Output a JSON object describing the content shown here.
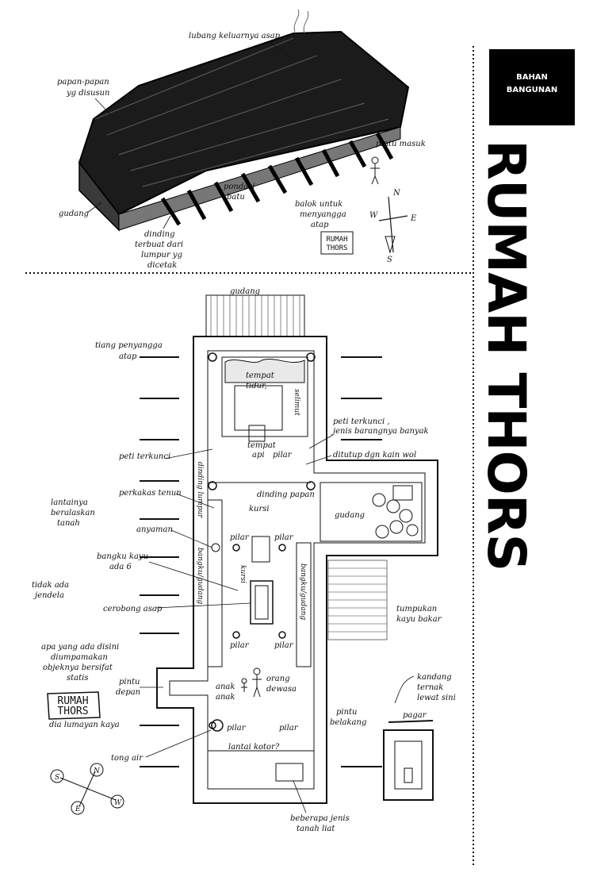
{
  "badge": {
    "line1": "BAHAN",
    "line2": "BANGUNAN"
  },
  "page_title": "RUMAH THORS",
  "top_illustration": {
    "labels": {
      "smoke_hole": "lubang keluarnya asap",
      "boards_line1": "papan-papan",
      "boards_line2": "yg disusun",
      "entrance": "pintu masuk",
      "storage": "gudang",
      "foundation_line1": "pondasi",
      "foundation_line2": "batu",
      "beam_line1": "balok untuk",
      "beam_line2": "menyangga",
      "beam_line3": "atap",
      "wall_line1": "dinding",
      "wall_line2": "terbuat dari",
      "wall_line3": "lumpur yg",
      "wall_line4": "dicetak"
    },
    "stamp": {
      "line1": "RUMAH",
      "line2": "THORS"
    },
    "compass": {
      "n": "N",
      "s": "S",
      "e": "E",
      "w": "W"
    }
  },
  "floor_plan": {
    "labels": {
      "storage_top": "gudang",
      "roof_post_line1": "tiang penyangga",
      "roof_post_line2": "atap",
      "sleeping_line1": "tempat",
      "sleeping_line2": "tidur,",
      "blanket": "selimut",
      "locked_chest_line1": "peti terkunci ,",
      "locked_chest_line2": "jenis barangnya banyak",
      "locked_chest": "peti terkunci",
      "fire_line1": "tempat",
      "fire_line2": "api",
      "pillar": "pilar",
      "wool_cover": "ditutup dgn kain wol",
      "mud_wall": "dinding lumpur",
      "board_wall": "dinding papan",
      "floor_line1": "lantainya",
      "floor_line2": "beralaskan",
      "floor_line3": "tanah",
      "loom": "perkakas tenun",
      "chair": "kursi",
      "storage_side": "gudang",
      "weaving": "anyaman",
      "bench_line1": "bangku kayu",
      "bench_line2": "ada 6",
      "bench_storage_left": "bangku/gudang",
      "bench_storage_right": "bangku/gudang",
      "no_window_line1": "tidak ada",
      "no_window_line2": "jendela",
      "chimney": "cerobong asap",
      "firewood_line1": "tumpukan",
      "firewood_line2": "kayu bakar",
      "static_line1": "apa yang ada disini",
      "static_line2": "diumpamakan",
      "static_line3": "objeknya bersifat",
      "static_line4": "statis",
      "front_door_line1": "pintu",
      "front_door_line2": "depan",
      "child_line1": "anak",
      "child_line2": "anak",
      "adult_line1": "orang",
      "adult_line2": "dewasa",
      "pen_line1": "kandang",
      "pen_line2": "ternak",
      "pen_line3": "lewat sini",
      "back_door_line1": "pintu",
      "back_door_line2": "belakang",
      "fence": "pagar",
      "wealthy": "dia lumayan kaya",
      "water_barrel": "tong air",
      "dirty_floor": "lantai kotor?",
      "clay_line1": "beberapa jenis",
      "clay_line2": "tanah liat"
    },
    "stamp": {
      "line1": "RUMAH",
      "line2": "THORS"
    },
    "compass": {
      "a": "S",
      "b": "N",
      "c": "E",
      "d": "W"
    }
  }
}
